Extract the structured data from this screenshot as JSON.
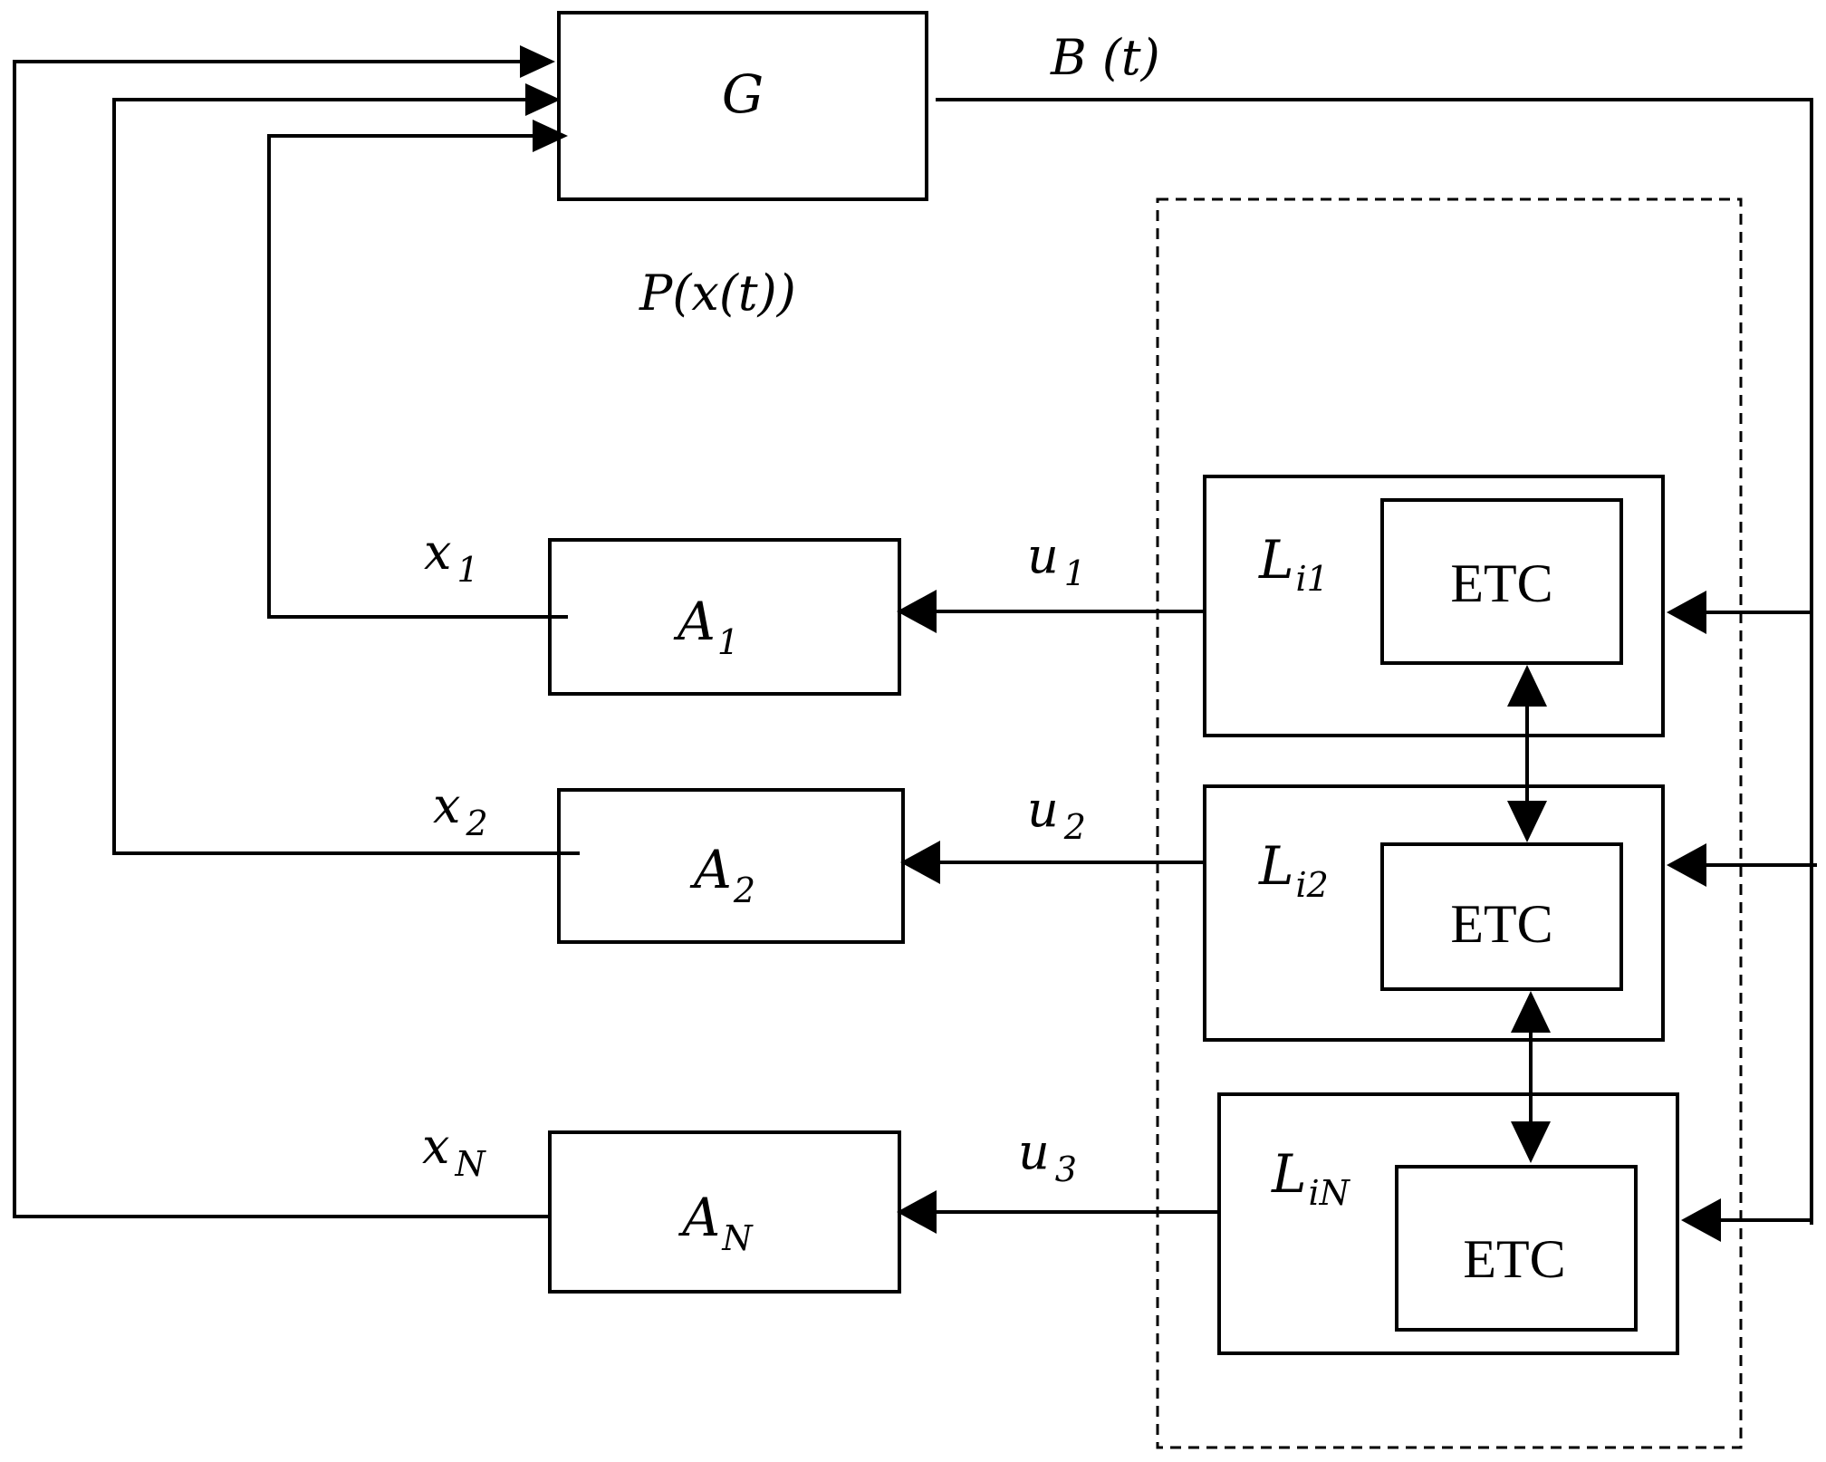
{
  "blocks": {
    "g": {
      "label": "G"
    },
    "a1": {
      "label": "A",
      "sub": "1"
    },
    "a2": {
      "label": "A",
      "sub": "2"
    },
    "an": {
      "label": "A",
      "sub": "N"
    },
    "l1": {
      "label": "L",
      "sub": "i1"
    },
    "l2": {
      "label": "L",
      "sub": "i2"
    },
    "ln": {
      "label": "L",
      "sub": "iN"
    },
    "etc1": {
      "label": "ETC"
    },
    "etc2": {
      "label": "ETC"
    },
    "etc3": {
      "label": "ETC"
    }
  },
  "signals": {
    "b": "B (t)",
    "p": "P(x(t))",
    "x1": {
      "label": "x",
      "sub": "1"
    },
    "x2": {
      "label": "x",
      "sub": "2"
    },
    "xn": {
      "label": "x",
      "sub": "N"
    },
    "u1": {
      "label": "u",
      "sub": "1"
    },
    "u2": {
      "label": "u",
      "sub": "2"
    },
    "u3": {
      "label": "u",
      "sub": "3"
    }
  }
}
